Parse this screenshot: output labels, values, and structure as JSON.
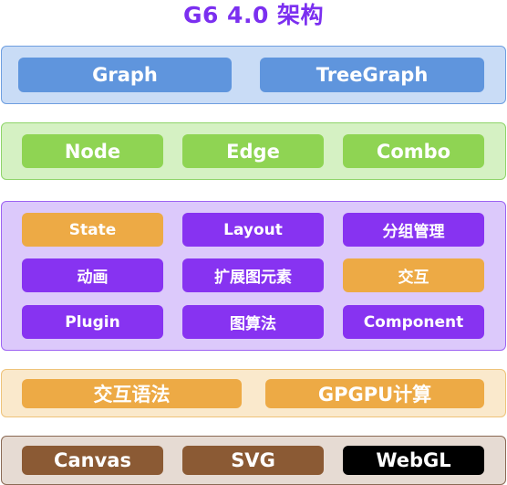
{
  "title": "G6 4.0 架构",
  "layers": {
    "api": [
      "Graph",
      "TreeGraph"
    ],
    "elements": [
      "Node",
      "Edge",
      "Combo"
    ],
    "features": [
      "State",
      "Layout",
      "分组管理",
      "动画",
      "扩展图元素",
      "交互",
      "Plugin",
      "图算法",
      "Component"
    ],
    "interaction": [
      "交互语法",
      "GPGPU计算"
    ],
    "render": [
      "Canvas",
      "SVG",
      "WebGL"
    ]
  },
  "colors": {
    "title": "#7b2ff0",
    "api_layer": "#c9dcf6",
    "api_box": "#5f95dd",
    "element_layer": "#d5f1c3",
    "element_box": "#8fd453",
    "feature_layer": "#dcc9fb",
    "feature_box_purple": "#8733f1",
    "feature_box_orange": "#edaa45",
    "interaction_layer": "#fae9cc",
    "interaction_box": "#edaa45",
    "render_layer": "#e6dbd3",
    "render_box_brown": "#8b5a34",
    "render_box_black": "#000000"
  }
}
